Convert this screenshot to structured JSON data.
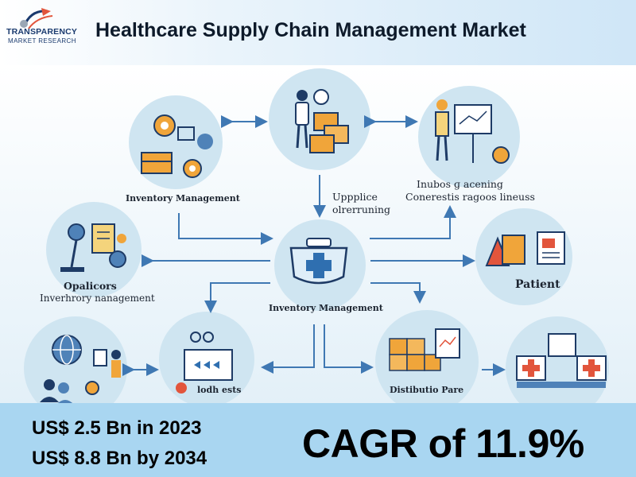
{
  "header": {
    "logo_line1": "TRANSPARENCY",
    "logo_line2": "MARKET RESEARCH",
    "title": "Healthcare Supply Chain Management Market"
  },
  "diagram": {
    "nodes": {
      "inventory_top_left": "Inventory Management",
      "supply_line1": "Uppplice",
      "supply_line2": "olrerruning",
      "right_top_line1": "Inubos ɡ acening",
      "right_top_line2": "Conerestis ragoos lineuss",
      "left_mid_line1": "Opalicors",
      "left_mid_line2": "Inverhrory nanagement",
      "center": "Inventory Management",
      "patient": "Patient",
      "bottom_mid_left": "lodh ests",
      "distribution": "Distibutio Pare"
    }
  },
  "footer": {
    "value_2023": "US$ 2.5 Bn in 2023",
    "value_2034": "US$ 8.8 Bn by 2034",
    "cagr": "CAGR of 11.9%"
  },
  "colors": {
    "arrow": "#3f78b3",
    "circle": "#cfe5f1",
    "footer": "#a9d6f1",
    "orange": "#f0a53a",
    "navy": "#1e3b66",
    "red": "#e2553c"
  }
}
